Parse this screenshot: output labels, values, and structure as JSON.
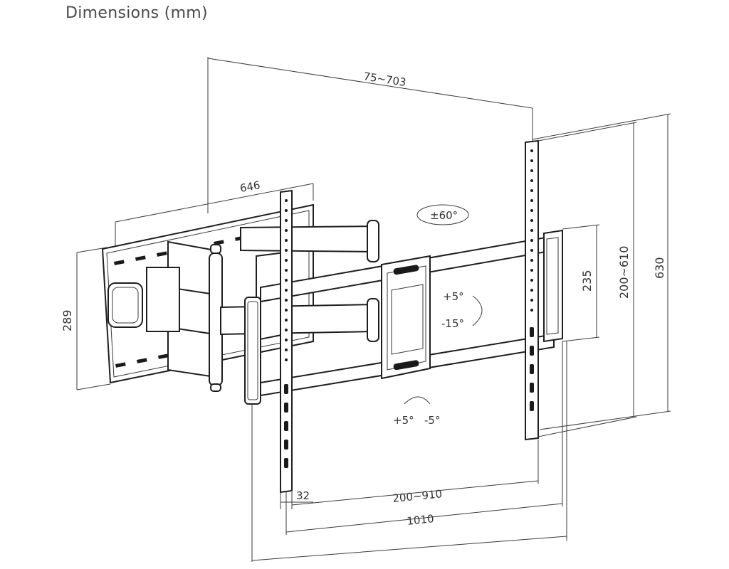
{
  "title": "Dimensions (mm)",
  "dimensions": {
    "wall_plate_width": "646",
    "wall_plate_height": "289",
    "extension": "75~703",
    "tilt_vertical_up": "+5°",
    "tilt_vertical_down": "-15°",
    "swivel": "±60°",
    "roll_plus": "+5°",
    "roll_minus": "-5°",
    "vesa_horizontal": "200~910",
    "overall_width": "1010",
    "arm_thickness": "32",
    "rail_spacing": "235",
    "vesa_vertical": "200~610",
    "overall_height": "630"
  }
}
